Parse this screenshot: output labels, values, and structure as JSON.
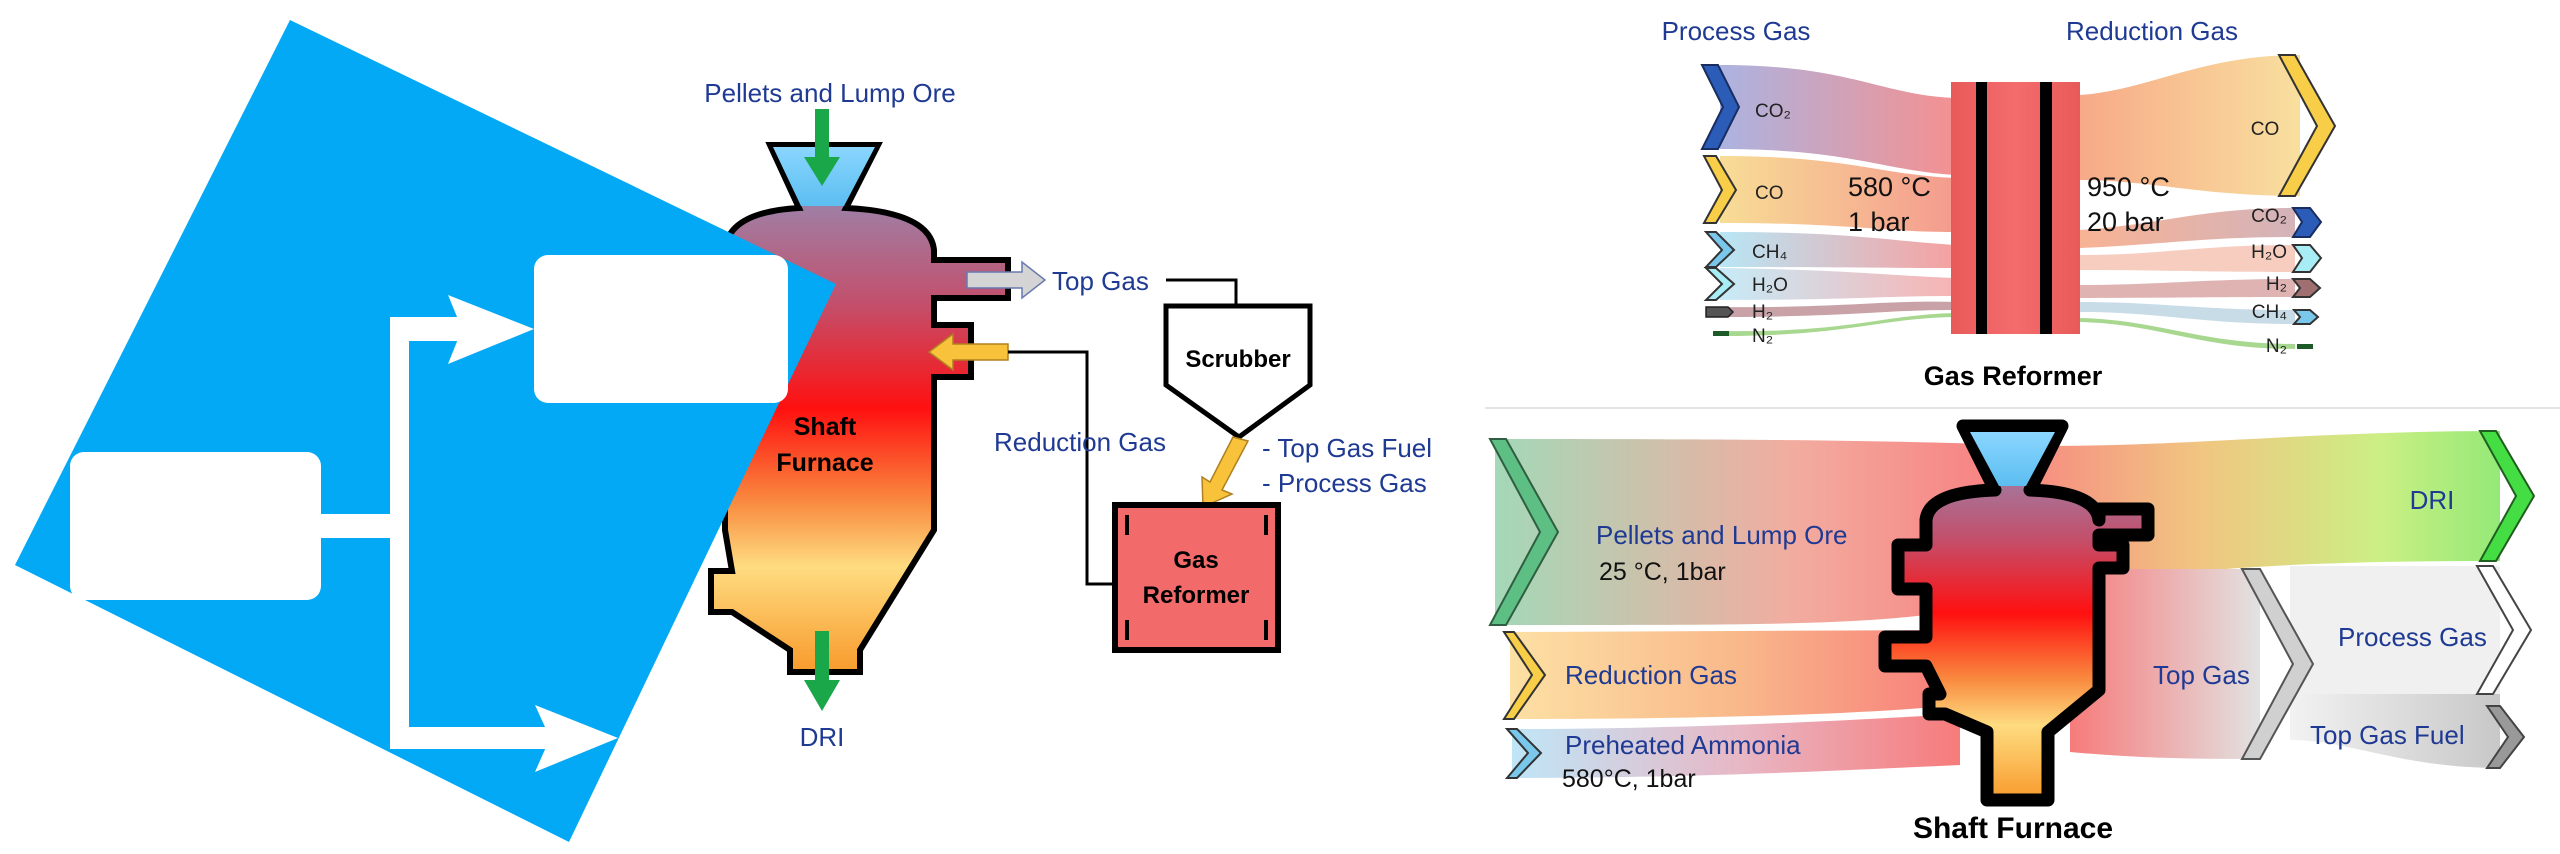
{
  "left_diagram": {
    "input_label": "Pellets and Lump Ore",
    "furnace_label_line1": "Shaft",
    "furnace_label_line2": "Furnace",
    "top_gas_label": "Top Gas",
    "scrubber_label": "Scrubber",
    "reduction_gas_label": "Reduction Gas",
    "reformer_outputs": [
      "- Top Gas Fuel",
      "- Process Gas"
    ],
    "reformer_line1": "Gas",
    "reformer_line2": "Reformer",
    "output_label": "DRI"
  },
  "gas_reformer": {
    "title": "Gas Reformer",
    "inlet_header": "Process Gas",
    "outlet_header": "Reduction Gas",
    "inlet_temperature": "580 °C",
    "inlet_pressure": "1 bar",
    "outlet_temperature": "950 °C",
    "outlet_pressure": "20 bar",
    "inlet_species": [
      "CO₂",
      "CO",
      "CH₄",
      "H₂O",
      "H₂",
      "N₂"
    ],
    "outlet_species": [
      "CO",
      "CO₂",
      "H₂O",
      "H₂",
      "CH₄",
      "N₂"
    ]
  },
  "shaft_furnace": {
    "title": "Shaft Furnace",
    "inputs": [
      {
        "label": "Pellets and Lump Ore",
        "condition": "25 °C, 1bar"
      },
      {
        "label": "Reduction Gas"
      },
      {
        "label": "Preheated Ammonia",
        "condition": "580°C, 1bar"
      }
    ],
    "outputs": [
      "DRI",
      "Top Gas",
      "Process Gas",
      "Top Gas Fuel"
    ]
  },
  "colors": {
    "overlay_blue": "#03a9f4",
    "reformer_red": "#f26a6a",
    "label_blue": "#1f3a93"
  }
}
